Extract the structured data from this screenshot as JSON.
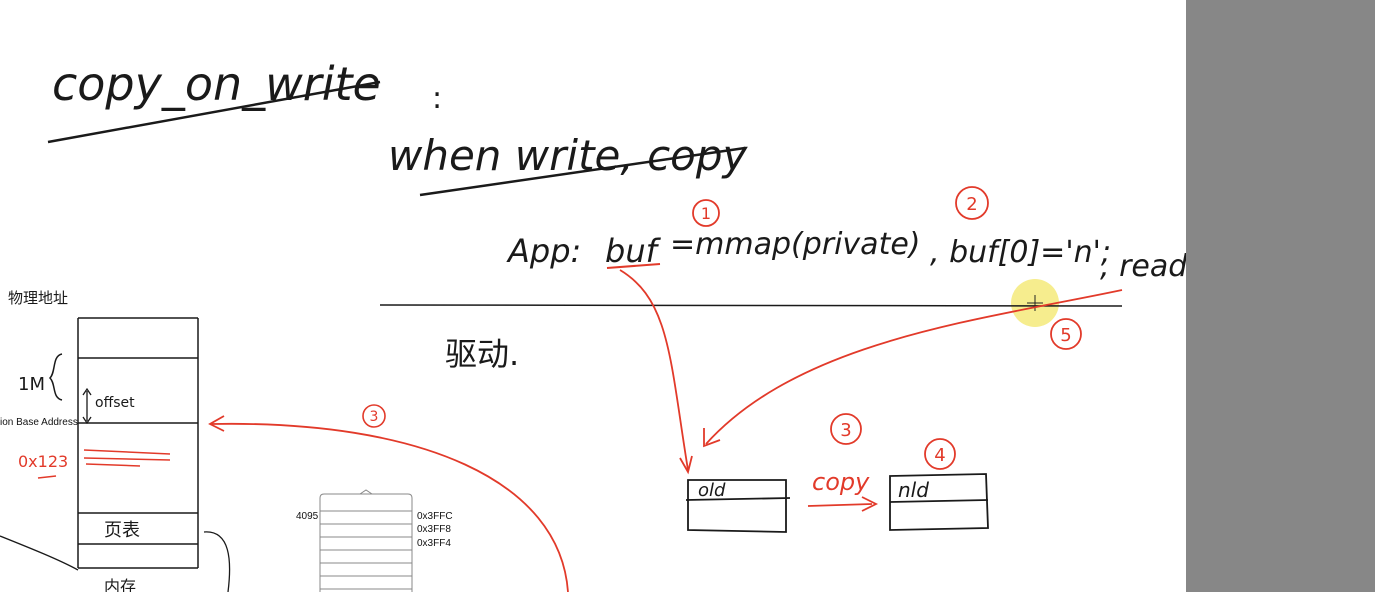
{
  "heading": {
    "title": "copy_on_write",
    "colon": ":",
    "subtitle": "when write, copy"
  },
  "code": {
    "app_label": "App:",
    "buf_expr": "buf",
    "mmap_expr": "=mmap(private)",
    "assign_expr": ", buf[0]='n';",
    "read_label": ", read",
    "step1": "1",
    "step2": "2",
    "step5": "5"
  },
  "kernel_label": "驱动.",
  "physical": {
    "title": "物理地址",
    "size_label": "1M",
    "offset_label": "offset",
    "base_label": "ion Base Address",
    "addr_label": "0x123",
    "page_table_label": "页表",
    "bottom_label": "内存"
  },
  "step3_left": "3",
  "old_box": {
    "label": "old"
  },
  "copy_step": {
    "num": "3",
    "label": "copy"
  },
  "new_box": {
    "num": "4",
    "label": "nld"
  },
  "stack": {
    "left_value": "4095",
    "addresses": [
      "0x3FFC",
      "0x3FF8",
      "0x3FF4"
    ]
  },
  "colors": {
    "ink": "#1a1a1a",
    "annotation": "#e23a2a",
    "cursor_highlight": "#f5ea7a",
    "sidebar": "#878787"
  }
}
